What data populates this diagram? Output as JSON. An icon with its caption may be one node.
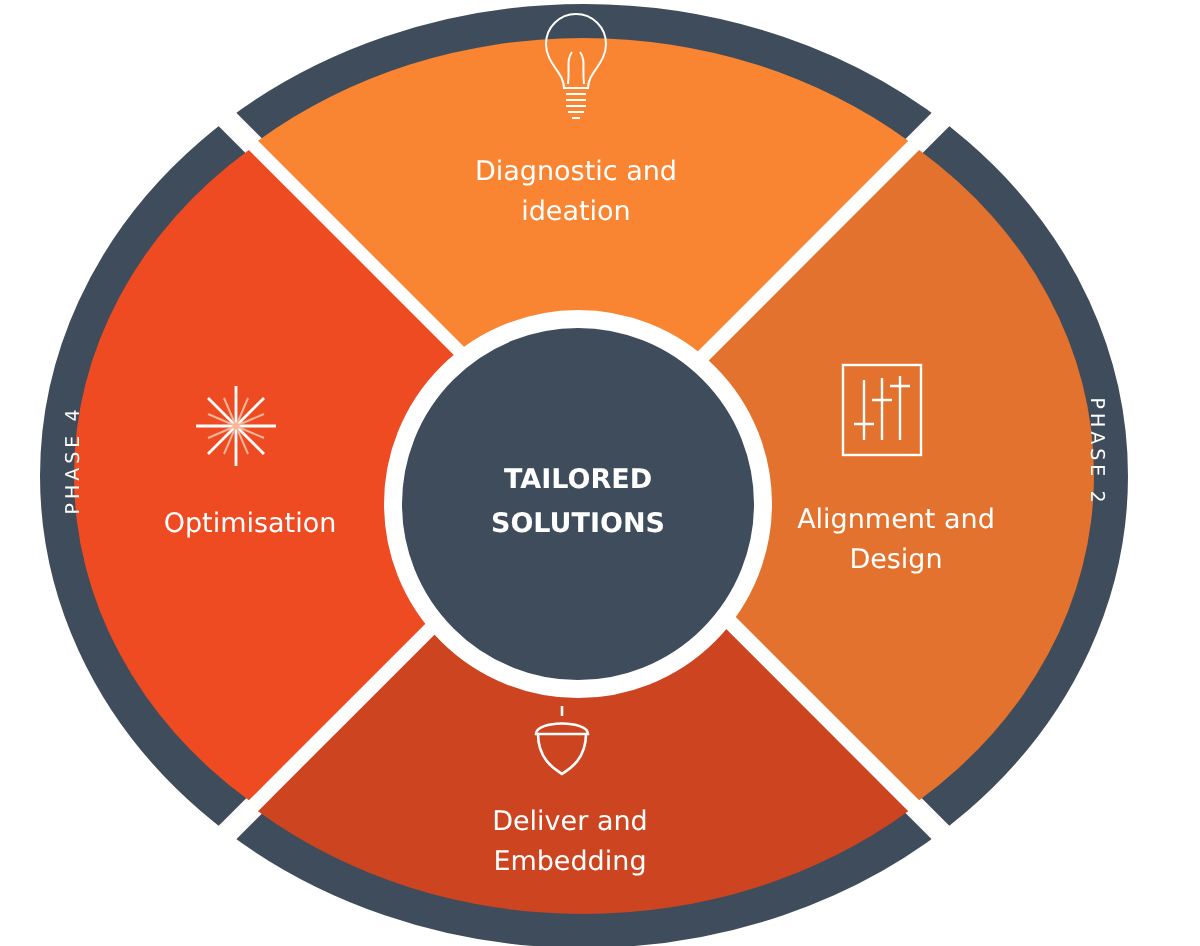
{
  "diagram": {
    "nodes": [
      {
        "text": [
          "Diagnostic and ideation"
        ]
      },
      {
        "text": [
          "Alignment and Design"
        ]
      },
      {
        "text": [
          "Deliver and Embedding"
        ]
      },
      {
        "text": [
          "Optimisation"
        ]
      },
      {
        "text": [
          "TAILORED SOLUTIONS"
        ]
      }
    ],
    "labels": [
      "PHASE 2",
      "PHASE 4"
    ]
  }
}
